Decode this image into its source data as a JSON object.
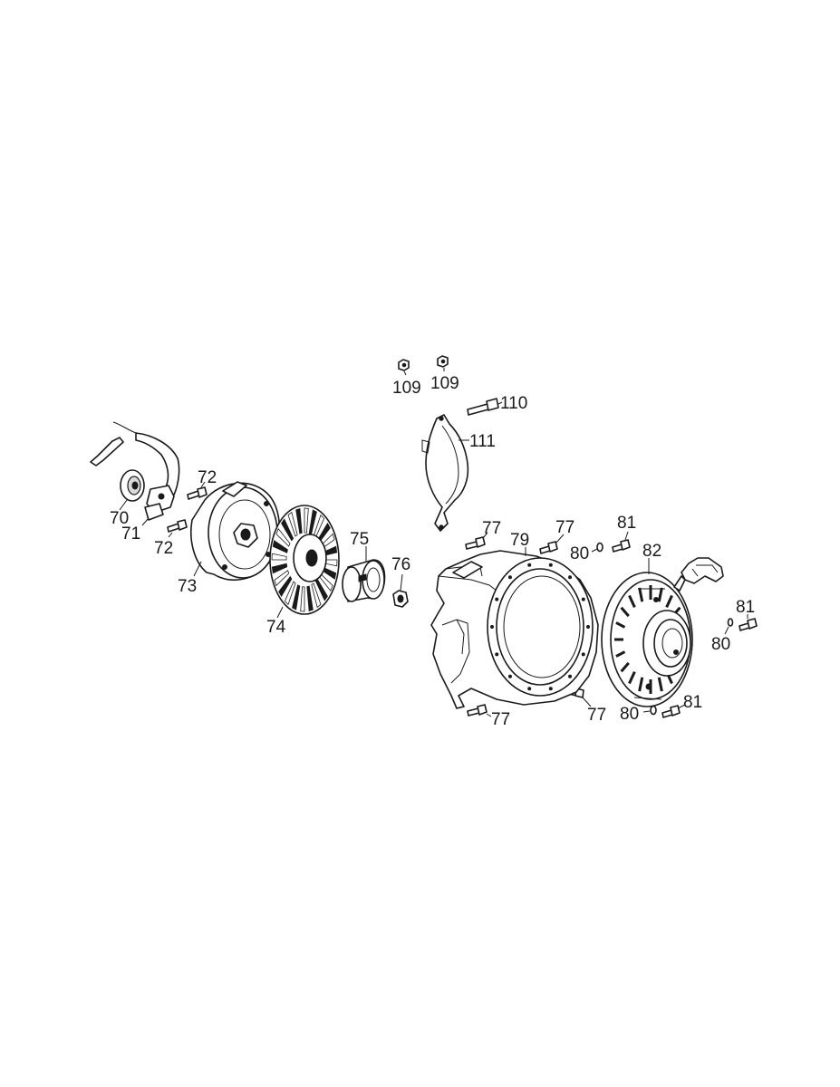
{
  "callouts": {
    "p70": "70",
    "p71": "71",
    "p72a": "72",
    "p72b": "72",
    "p73": "73",
    "p74": "74",
    "p75": "75",
    "p76": "76",
    "p77a": "77",
    "p77b": "77",
    "p77c": "77",
    "p77d": "77",
    "p79": "79",
    "p80a": "80",
    "p80b": "80",
    "p80c": "80",
    "p81a": "81",
    "p81b": "81",
    "p81c": "81",
    "p82": "82",
    "p109a": "109",
    "p109b": "109",
    "p110": "110",
    "p111": "111"
  },
  "colors": {
    "line": "#1a1a1a",
    "background": "#ffffff"
  }
}
